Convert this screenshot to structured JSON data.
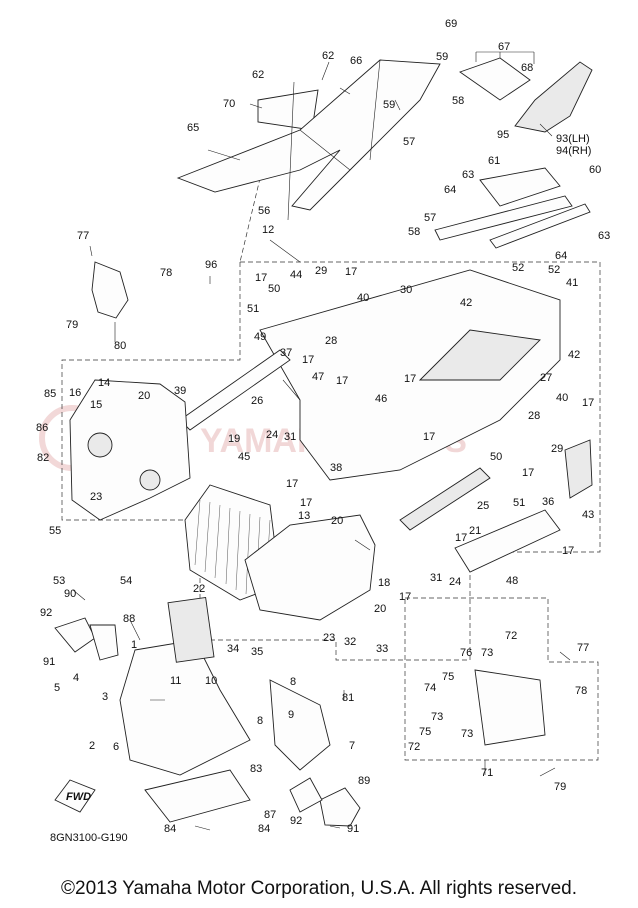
{
  "diagram": {
    "code": "8GN3100-G190",
    "fwd_label": "FWD",
    "watermark": "YAMAHA PARTS",
    "callouts": [
      {
        "id": "c-69",
        "label": "69"
      },
      {
        "id": "c-67",
        "label": "67"
      },
      {
        "id": "c-68",
        "label": "68"
      },
      {
        "id": "c-62a",
        "label": "62"
      },
      {
        "id": "c-62b",
        "label": "62"
      },
      {
        "id": "c-66",
        "label": "66"
      },
      {
        "id": "c-59a",
        "label": "59"
      },
      {
        "id": "c-70",
        "label": "70"
      },
      {
        "id": "c-59b",
        "label": "59"
      },
      {
        "id": "c-58a",
        "label": "58"
      },
      {
        "id": "c-65",
        "label": "65"
      },
      {
        "id": "c-57a",
        "label": "57"
      },
      {
        "id": "c-95",
        "label": "95"
      },
      {
        "id": "c-93",
        "label": "93(LH)"
      },
      {
        "id": "c-94",
        "label": "94(RH)"
      },
      {
        "id": "c-61",
        "label": "61"
      },
      {
        "id": "c-60",
        "label": "60"
      },
      {
        "id": "c-63a",
        "label": "63"
      },
      {
        "id": "c-64a",
        "label": "64"
      },
      {
        "id": "c-56",
        "label": "56"
      },
      {
        "id": "c-57b",
        "label": "57"
      },
      {
        "id": "c-58b",
        "label": "58"
      },
      {
        "id": "c-63b",
        "label": "63"
      },
      {
        "id": "c-64b",
        "label": "64"
      },
      {
        "id": "c-12",
        "label": "12"
      },
      {
        "id": "c-77a",
        "label": "77"
      },
      {
        "id": "c-96",
        "label": "96"
      },
      {
        "id": "c-78a",
        "label": "78"
      },
      {
        "id": "c-17a",
        "label": "17"
      },
      {
        "id": "c-44",
        "label": "44"
      },
      {
        "id": "c-29a",
        "label": "29"
      },
      {
        "id": "c-17b",
        "label": "17"
      },
      {
        "id": "c-52a",
        "label": "52"
      },
      {
        "id": "c-52b",
        "label": "52"
      },
      {
        "id": "c-50a",
        "label": "50"
      },
      {
        "id": "c-40a",
        "label": "40"
      },
      {
        "id": "c-30",
        "label": "30"
      },
      {
        "id": "c-41",
        "label": "41"
      },
      {
        "id": "c-79a",
        "label": "79"
      },
      {
        "id": "c-51a",
        "label": "51"
      },
      {
        "id": "c-42a",
        "label": "42"
      },
      {
        "id": "c-80",
        "label": "80"
      },
      {
        "id": "c-28a",
        "label": "28"
      },
      {
        "id": "c-42b",
        "label": "42"
      },
      {
        "id": "c-49",
        "label": "49"
      },
      {
        "id": "c-37",
        "label": "37"
      },
      {
        "id": "c-17c",
        "label": "17"
      },
      {
        "id": "c-47",
        "label": "47"
      },
      {
        "id": "c-17d",
        "label": "17"
      },
      {
        "id": "c-17e",
        "label": "17"
      },
      {
        "id": "c-27",
        "label": "27"
      },
      {
        "id": "c-14",
        "label": "14"
      },
      {
        "id": "c-85",
        "label": "85"
      },
      {
        "id": "c-16",
        "label": "16"
      },
      {
        "id": "c-20a",
        "label": "20"
      },
      {
        "id": "c-39",
        "label": "39"
      },
      {
        "id": "c-15",
        "label": "15"
      },
      {
        "id": "c-26",
        "label": "26"
      },
      {
        "id": "c-46",
        "label": "46"
      },
      {
        "id": "c-40b",
        "label": "40"
      },
      {
        "id": "c-28b",
        "label": "28"
      },
      {
        "id": "c-17f",
        "label": "17"
      },
      {
        "id": "c-86",
        "label": "86"
      },
      {
        "id": "c-19",
        "label": "19"
      },
      {
        "id": "c-24a",
        "label": "24"
      },
      {
        "id": "c-31a",
        "label": "31"
      },
      {
        "id": "c-17g",
        "label": "17"
      },
      {
        "id": "c-29b",
        "label": "29"
      },
      {
        "id": "c-82",
        "label": "82"
      },
      {
        "id": "c-45",
        "label": "45"
      },
      {
        "id": "c-50b",
        "label": "50"
      },
      {
        "id": "c-17h",
        "label": "17"
      },
      {
        "id": "c-23a",
        "label": "23"
      },
      {
        "id": "c-38",
        "label": "38"
      },
      {
        "id": "c-17i",
        "label": "17"
      },
      {
        "id": "c-36",
        "label": "36"
      },
      {
        "id": "c-51b",
        "label": "51"
      },
      {
        "id": "c-17j",
        "label": "17"
      },
      {
        "id": "c-25",
        "label": "25"
      },
      {
        "id": "c-43",
        "label": "43"
      },
      {
        "id": "c-13",
        "label": "13"
      },
      {
        "id": "c-20b",
        "label": "20"
      },
      {
        "id": "c-21",
        "label": "21"
      },
      {
        "id": "c-55",
        "label": "55"
      },
      {
        "id": "c-17k",
        "label": "17"
      },
      {
        "id": "c-22",
        "label": "22"
      },
      {
        "id": "c-31b",
        "label": "31"
      },
      {
        "id": "c-24b",
        "label": "24"
      },
      {
        "id": "c-48",
        "label": "48"
      },
      {
        "id": "c-17l",
        "label": "17"
      },
      {
        "id": "c-53",
        "label": "53"
      },
      {
        "id": "c-54",
        "label": "54"
      },
      {
        "id": "c-18",
        "label": "18"
      },
      {
        "id": "c-17m",
        "label": "17"
      },
      {
        "id": "c-90",
        "label": "90"
      },
      {
        "id": "c-20c",
        "label": "20"
      },
      {
        "id": "c-92a",
        "label": "92"
      },
      {
        "id": "c-88",
        "label": "88"
      },
      {
        "id": "c-23b",
        "label": "23"
      },
      {
        "id": "c-32",
        "label": "32"
      },
      {
        "id": "c-33",
        "label": "33"
      },
      {
        "id": "c-34",
        "label": "34"
      },
      {
        "id": "c-35",
        "label": "35"
      },
      {
        "id": "c-72a",
        "label": "72"
      },
      {
        "id": "c-1",
        "label": "1"
      },
      {
        "id": "c-77b",
        "label": "77"
      },
      {
        "id": "c-76",
        "label": "76"
      },
      {
        "id": "c-73a",
        "label": "73"
      },
      {
        "id": "c-91a",
        "label": "91"
      },
      {
        "id": "c-11",
        "label": "11"
      },
      {
        "id": "c-10",
        "label": "10"
      },
      {
        "id": "c-8a",
        "label": "8"
      },
      {
        "id": "c-81",
        "label": "81"
      },
      {
        "id": "c-75a",
        "label": "75"
      },
      {
        "id": "c-74",
        "label": "74"
      },
      {
        "id": "c-78b",
        "label": "78"
      },
      {
        "id": "c-5",
        "label": "5"
      },
      {
        "id": "c-4",
        "label": "4"
      },
      {
        "id": "c-9",
        "label": "9"
      },
      {
        "id": "c-3",
        "label": "3"
      },
      {
        "id": "c-73b",
        "label": "73"
      },
      {
        "id": "c-8b",
        "label": "8"
      },
      {
        "id": "c-75b",
        "label": "75"
      },
      {
        "id": "c-73c",
        "label": "73"
      },
      {
        "id": "c-2",
        "label": "2"
      },
      {
        "id": "c-6",
        "label": "6"
      },
      {
        "id": "c-7",
        "label": "7"
      },
      {
        "id": "c-72b",
        "label": "72"
      },
      {
        "id": "c-71",
        "label": "71"
      },
      {
        "id": "c-83",
        "label": "83"
      },
      {
        "id": "c-79b",
        "label": "79"
      },
      {
        "id": "c-89",
        "label": "89"
      },
      {
        "id": "c-87",
        "label": "87"
      },
      {
        "id": "c-92b",
        "label": "92"
      },
      {
        "id": "c-91b",
        "label": "91"
      },
      {
        "id": "c-84a",
        "label": "84"
      },
      {
        "id": "c-84b",
        "label": "84"
      }
    ]
  },
  "footer": {
    "copyright": "©2013 Yamaha Motor Corporation, U.S.A. All rights reserved."
  }
}
